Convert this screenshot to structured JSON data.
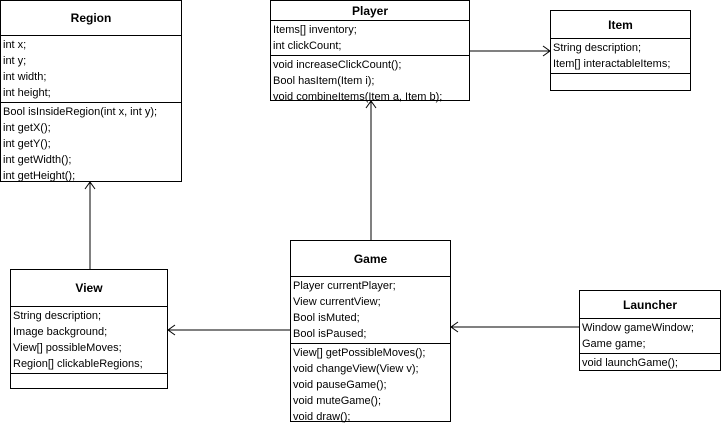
{
  "classes": {
    "region": {
      "name": "Region",
      "attributes": [
        "int x;",
        "int y;",
        "int width;",
        "int height;"
      ],
      "methods": [
        "Bool isInsideRegion(int x, int y);",
        "int getX();",
        "int getY();",
        "int getWidth();",
        "int getHeight();"
      ]
    },
    "player": {
      "name": "Player",
      "attributes": [
        "Items[] inventory;",
        "int clickCount;"
      ],
      "methods": [
        "void increaseClickCount();",
        "Bool hasItem(Item i);",
        "void combineItems(Item a, Item b);"
      ]
    },
    "item": {
      "name": "Item",
      "attributes": [
        "String description;",
        "Item[] interactableItems;"
      ],
      "methods": []
    },
    "view": {
      "name": "View",
      "attributes": [
        "String description;",
        "Image background;",
        "View[] possibleMoves;",
        "Region[] clickableRegions;"
      ],
      "methods": []
    },
    "game": {
      "name": "Game",
      "attributes": [
        "Player currentPlayer;",
        "View currentView;",
        "Bool isMuted;",
        "Bool isPaused;"
      ],
      "methods": [
        "View[] getPossibleMoves();",
        "void changeView(View v);",
        "void pauseGame();",
        "void muteGame();",
        "void draw();"
      ]
    },
    "launcher": {
      "name": "Launcher",
      "attributes": [
        "Window gameWindow;",
        "Game game;"
      ],
      "methods": [
        "void launchGame();"
      ]
    }
  },
  "relations": [
    {
      "from": "game",
      "to": "player"
    },
    {
      "from": "game",
      "to": "view"
    },
    {
      "from": "view",
      "to": "region"
    },
    {
      "from": "player",
      "to": "item"
    },
    {
      "from": "launcher",
      "to": "game"
    }
  ]
}
